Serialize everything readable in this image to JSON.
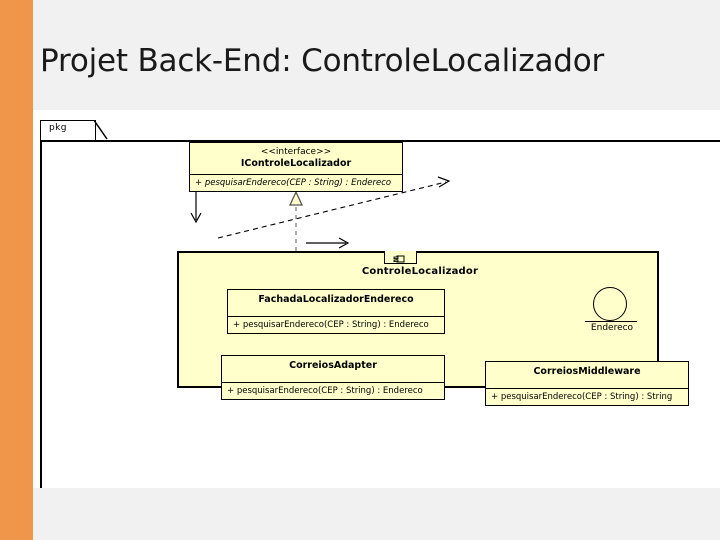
{
  "slide": {
    "title": "Projet Back-End: ControleLocalizador",
    "accent_color": "#f0964b",
    "background_color": "#f1f1f1",
    "plate_color": "#ffffff"
  },
  "diagram": {
    "type": "uml-class-diagram",
    "frame_label": "pkg",
    "element_fill": "#ffffcc",
    "element_stroke": "#000000",
    "interface": {
      "stereotype": "<<interface>>",
      "name": "IControleLocalizador",
      "operations": [
        "+ pesquisarEndereco(CEP : String) : Endereco"
      ]
    },
    "container": {
      "name": "ControleLocalizador",
      "icon": "component-icon"
    },
    "classes": [
      {
        "name": "FachadaLocalizadorEndereco",
        "operations": [
          "+ pesquisarEndereco(CEP : String) : Endereco"
        ]
      },
      {
        "name": "CorreiosAdapter",
        "operations": [
          "+ pesquisarEndereco(CEP : String) : Endereco"
        ]
      },
      {
        "name": "CorreiosMiddleware",
        "operations": [
          "+ pesquisarEndereco(CEP : String) : String"
        ]
      }
    ],
    "ball_interface": {
      "name": "Endereco"
    },
    "relationships": [
      {
        "from": "ControleLocalizador",
        "to": "IControleLocalizador",
        "kind": "realization",
        "style": "dashed-hollow-triangle"
      },
      {
        "from": "FachadaLocalizadorEndereco",
        "to": "CorreiosAdapter",
        "kind": "association",
        "style": "solid-open-arrow"
      },
      {
        "from": "CorreiosAdapter",
        "to": "CorreiosMiddleware",
        "kind": "association",
        "style": "solid-open-arrow"
      },
      {
        "from": "CorreiosAdapter",
        "to": "Endereco",
        "kind": "dependency",
        "style": "dashed-open-arrow"
      }
    ]
  }
}
